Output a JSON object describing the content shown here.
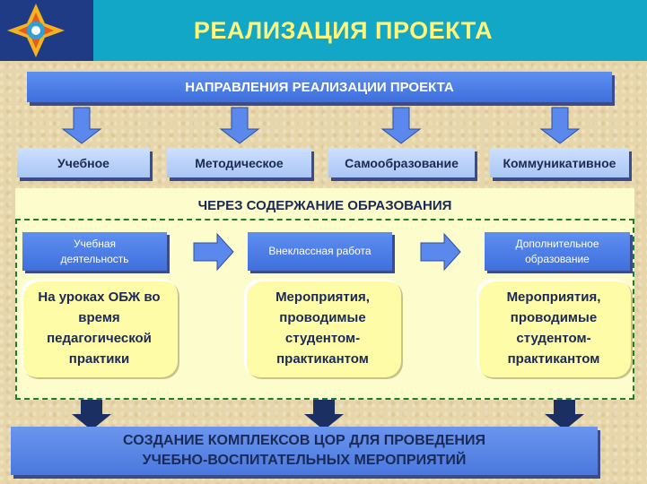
{
  "header": {
    "title": "РЕАЛИЗАЦИЯ ПРОЕКТА",
    "logo_icon": "emblem-icon"
  },
  "directions": {
    "title": "НАПРАВЛЕНИЯ РЕАЛИЗАЦИИ ПРОЕКТА",
    "items": [
      "Учебное",
      "Методическое",
      "Самообразование",
      "Коммуникативное"
    ]
  },
  "content": {
    "title": "ЧЕРЕЗ СОДЕРЖАНИЕ ОБРАЗОВАНИЯ",
    "columns": [
      {
        "label_line1": "Учебная",
        "label_line2": "деятельность",
        "detail_lines": [
          "На уроках ОБЖ во",
          "время",
          "педагогической",
          "практики"
        ]
      },
      {
        "label_line1": "Внеклассная работа",
        "label_line2": "",
        "detail_lines": [
          "Мероприятия,",
          "проводимые",
          "студентом-",
          "практикантом"
        ]
      },
      {
        "label_line1": "Дополнительное",
        "label_line2": "образование",
        "detail_lines": [
          "Мероприятия,",
          "проводимые",
          "студентом-",
          "практикантом"
        ]
      }
    ]
  },
  "result": {
    "line1": "СОЗДАНИЕ КОМПЛЕКСОВ ЦОР ДЛЯ ПРОВЕДЕНИЯ",
    "line2": "УЧЕБНО-ВОСПИТАТЕЛЬНЫХ МЕРОПРИЯТИЙ"
  },
  "colors": {
    "header": "#12a7c6",
    "title_text": "#fff57a",
    "blue": "#4a78de",
    "light_blue": "#bcd4fa",
    "yellow": "#fffca8",
    "dashed_border": "#1d7d2a",
    "dark_arrow": "#1c2f63"
  }
}
